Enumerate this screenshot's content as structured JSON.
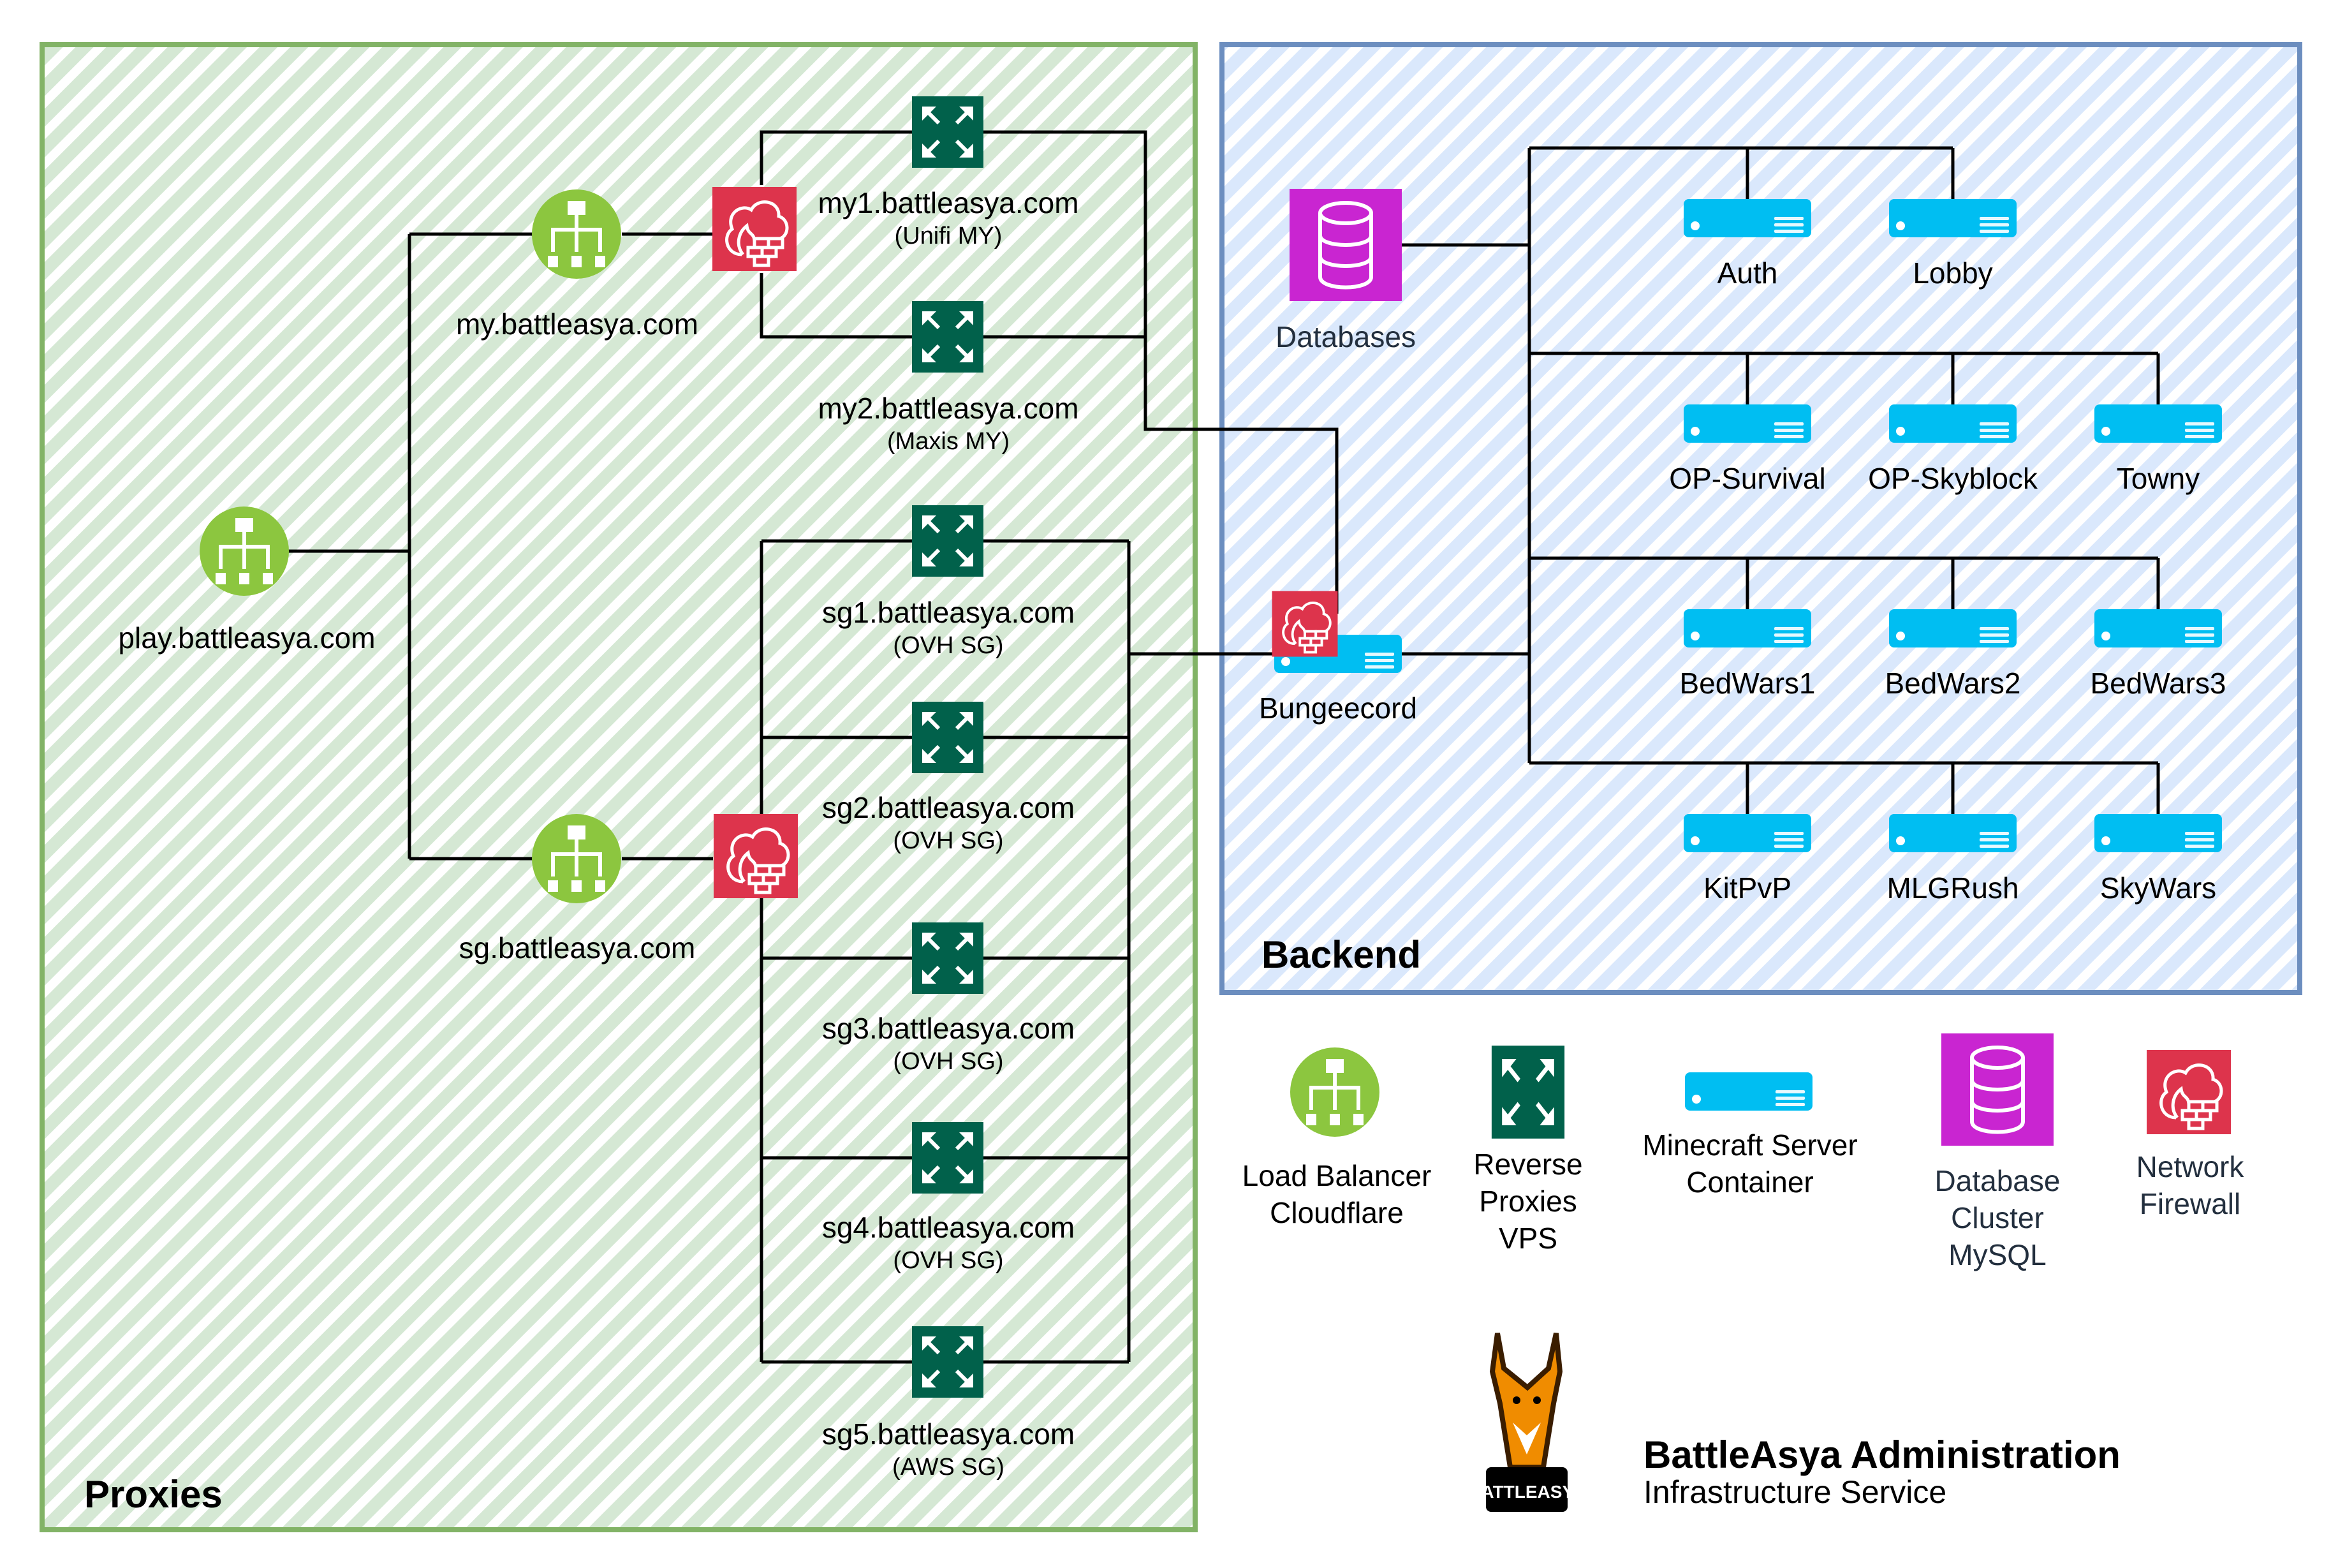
{
  "groups": {
    "proxies": {
      "title": "Proxies",
      "color": "#82b366",
      "fill": "#d5e8d4"
    },
    "backend": {
      "title": "Backend",
      "color": "#6c8ebf",
      "fill": "#dae8fc"
    }
  },
  "colors": {
    "load_balancer": "#8cc63f",
    "reverse_proxy": "#01614b",
    "server": "#00bef2",
    "database": "#c925d1",
    "firewall": "#dd344c",
    "edge": "#000000"
  },
  "nodes": {
    "play": {
      "label": "play.battleasya.com",
      "icon": "load-balancer-icon"
    },
    "my": {
      "label": "my.battleasya.com",
      "icon": "load-balancer-icon"
    },
    "sg": {
      "label": "sg.battleasya.com",
      "icon": "load-balancer-icon"
    },
    "my_fw": {
      "icon": "firewall-icon"
    },
    "sg_fw": {
      "icon": "firewall-icon"
    },
    "proxies": [
      {
        "label": "my1.battleasya.com",
        "sub": "(Unifi MY)"
      },
      {
        "label": "my2.battleasya.com",
        "sub": "(Maxis MY)"
      },
      {
        "label": "sg1.battleasya.com",
        "sub": "(OVH SG)"
      },
      {
        "label": "sg2.battleasya.com",
        "sub": "(OVH SG)"
      },
      {
        "label": "sg3.battleasya.com",
        "sub": "(OVH SG)"
      },
      {
        "label": "sg4.battleasya.com",
        "sub": "(OVH SG)"
      },
      {
        "label": "sg5.battleasya.com",
        "sub": "(AWS SG)"
      }
    ],
    "databases": {
      "label": "Databases"
    },
    "bungeecord": {
      "label": "Bungeecord"
    },
    "servers": [
      {
        "label": "Auth"
      },
      {
        "label": "Lobby"
      },
      {
        "label": "OP-Survival"
      },
      {
        "label": "OP-Skyblock"
      },
      {
        "label": "Towny"
      },
      {
        "label": "BedWars1"
      },
      {
        "label": "BedWars2"
      },
      {
        "label": "BedWars3"
      },
      {
        "label": "KitPvP"
      },
      {
        "label": "MLGRush"
      },
      {
        "label": "SkyWars"
      }
    ]
  },
  "legend": [
    {
      "icon": "load-balancer-icon",
      "label": "Load Balancer\nCloudflare"
    },
    {
      "icon": "reverse-proxy-icon",
      "label": "Reverse\nProxies\nVPS"
    },
    {
      "icon": "server-icon",
      "label": "Minecraft Server\nContainer"
    },
    {
      "icon": "database-icon",
      "label": "Database\nCluster\nMySQL"
    },
    {
      "icon": "firewall-icon",
      "label": "Network\nFirewall"
    }
  ],
  "brand": {
    "logo_text": "BATTLEASYA",
    "title": "BattleAsya Administration",
    "subtitle": "Infrastructure Service"
  }
}
